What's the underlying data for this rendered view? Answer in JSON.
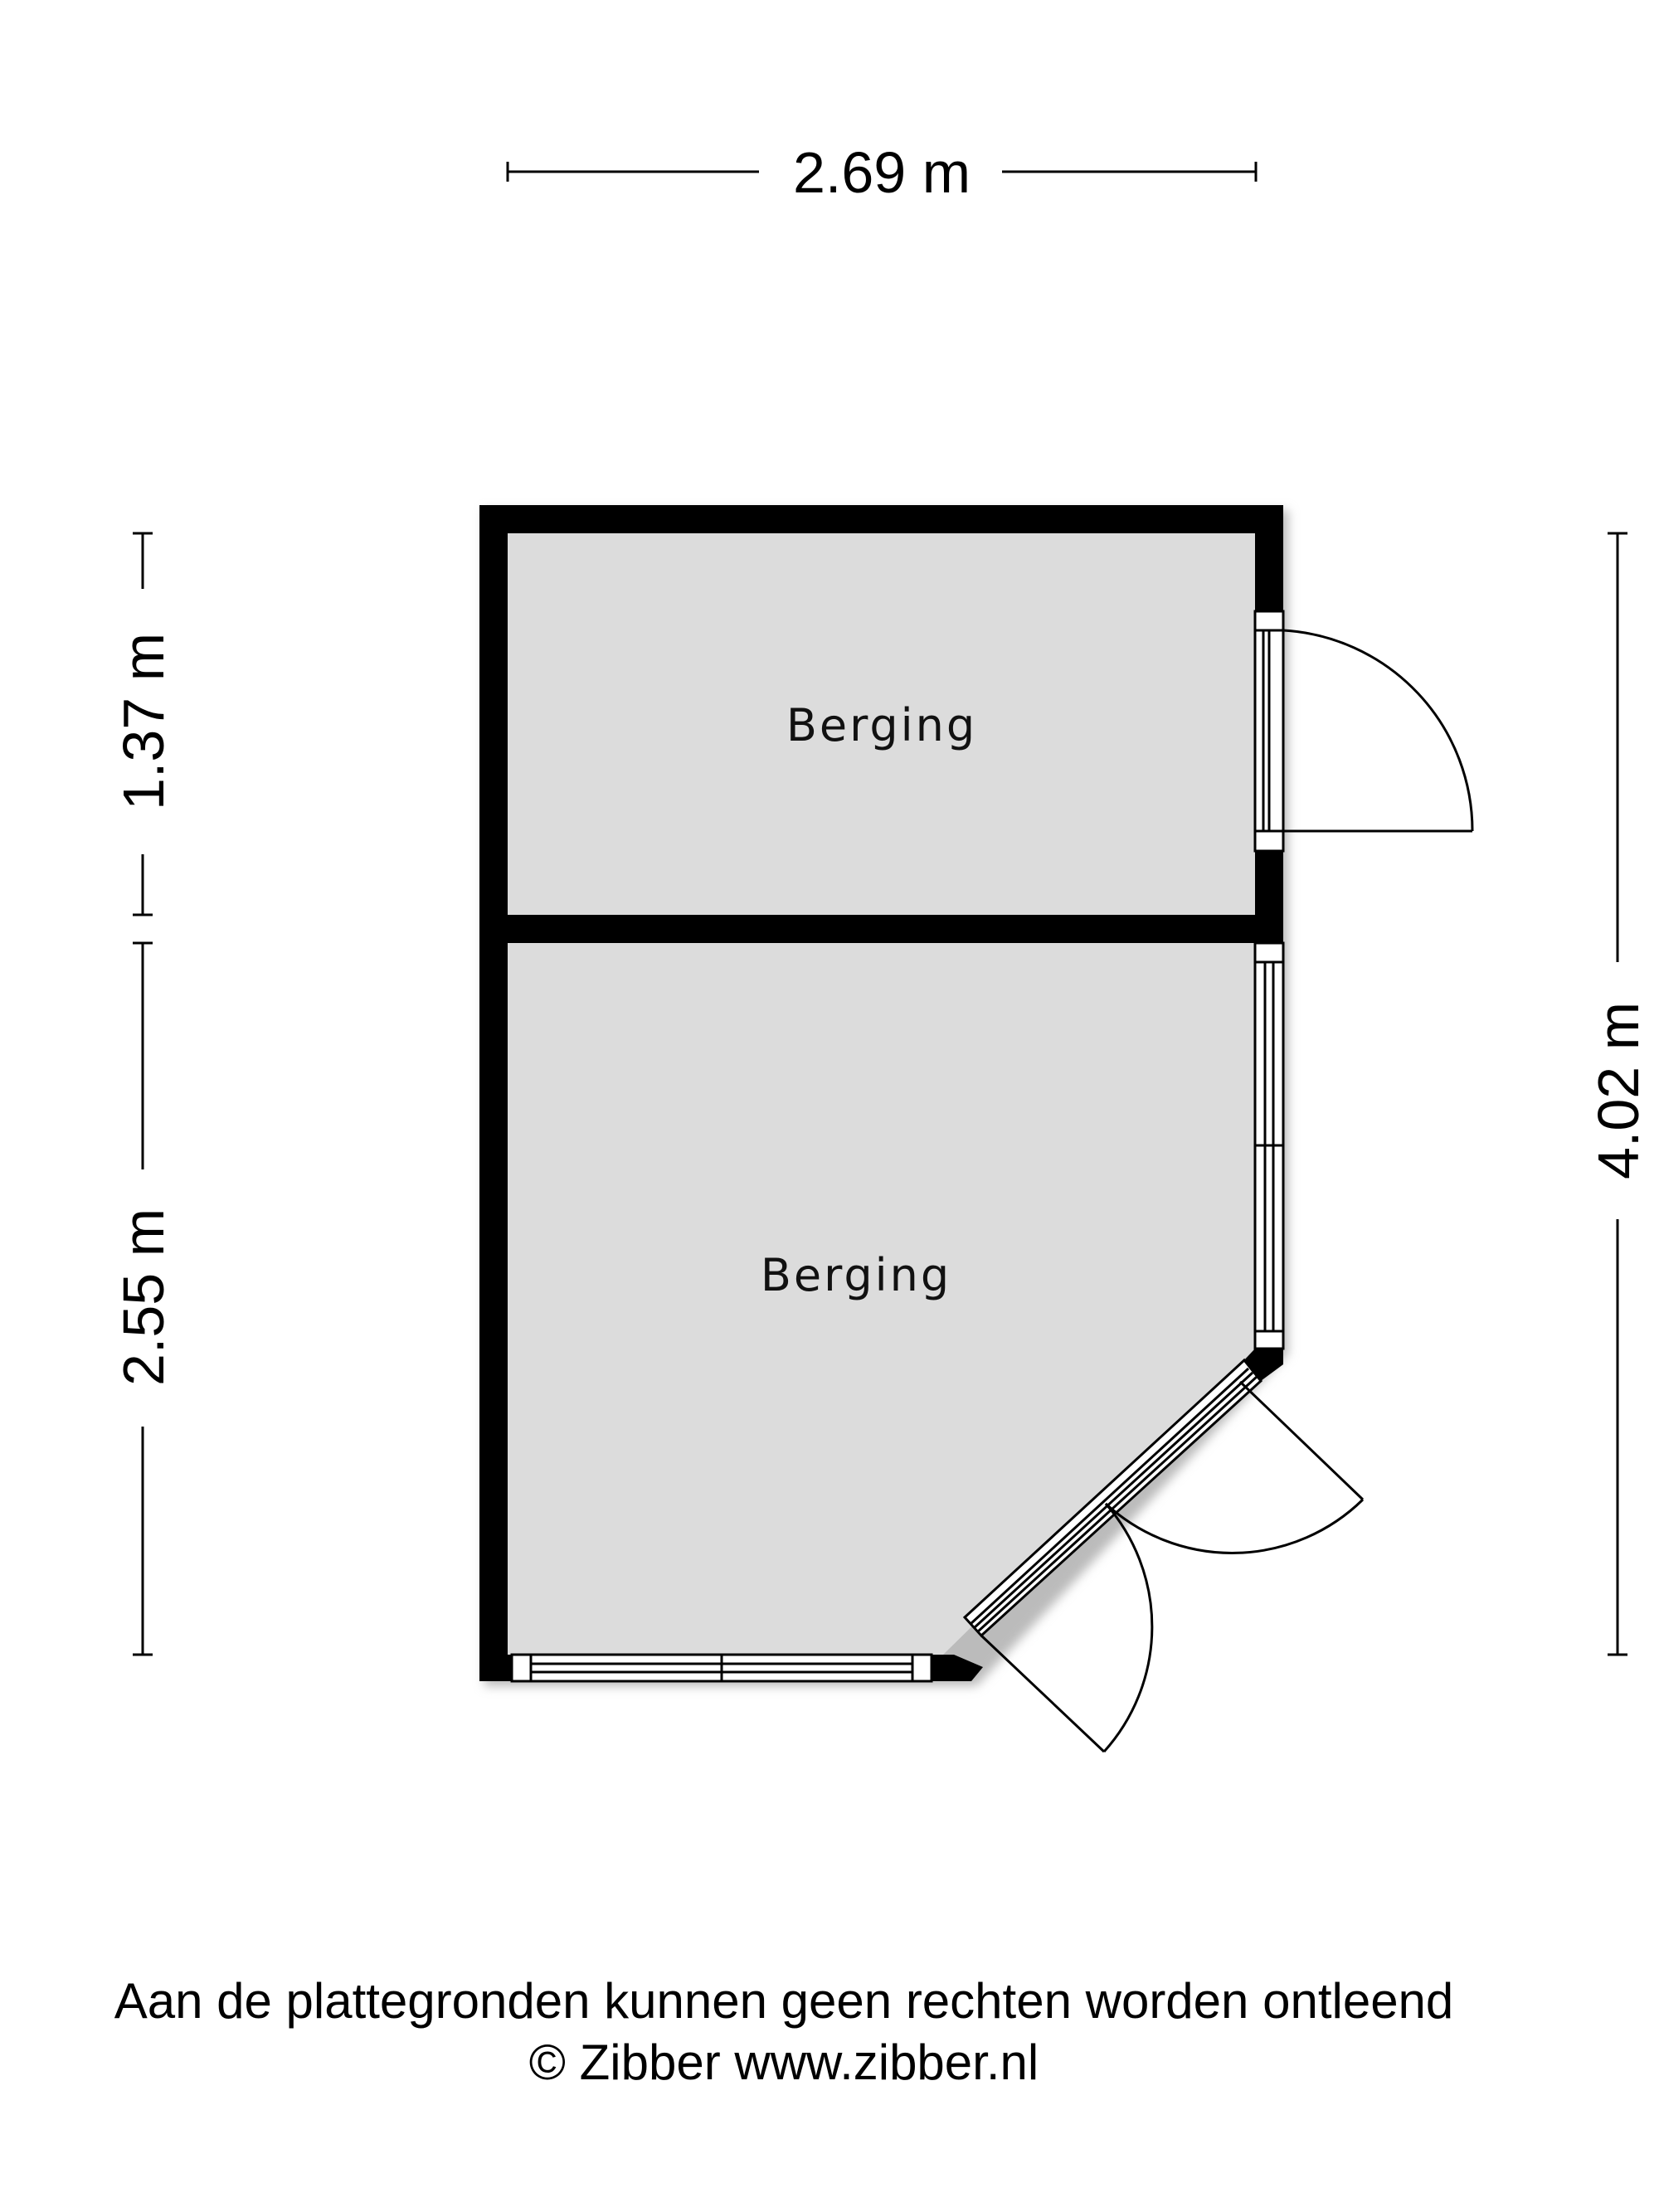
{
  "dimensions": {
    "top_width": "2.69 m",
    "left_upper": "1.37 m",
    "left_lower": "2.55 m",
    "right_total": "4.02 m"
  },
  "rooms": [
    {
      "label": "Berging"
    },
    {
      "label": "Berging"
    }
  ],
  "footer": {
    "disclaimer": "Aan de plattegronden kunnen geen rechten worden ontleend",
    "copyright": "© Zibber www.zibber.nl"
  },
  "colors": {
    "floor": "#dcdcdc",
    "wall": "#000000"
  }
}
